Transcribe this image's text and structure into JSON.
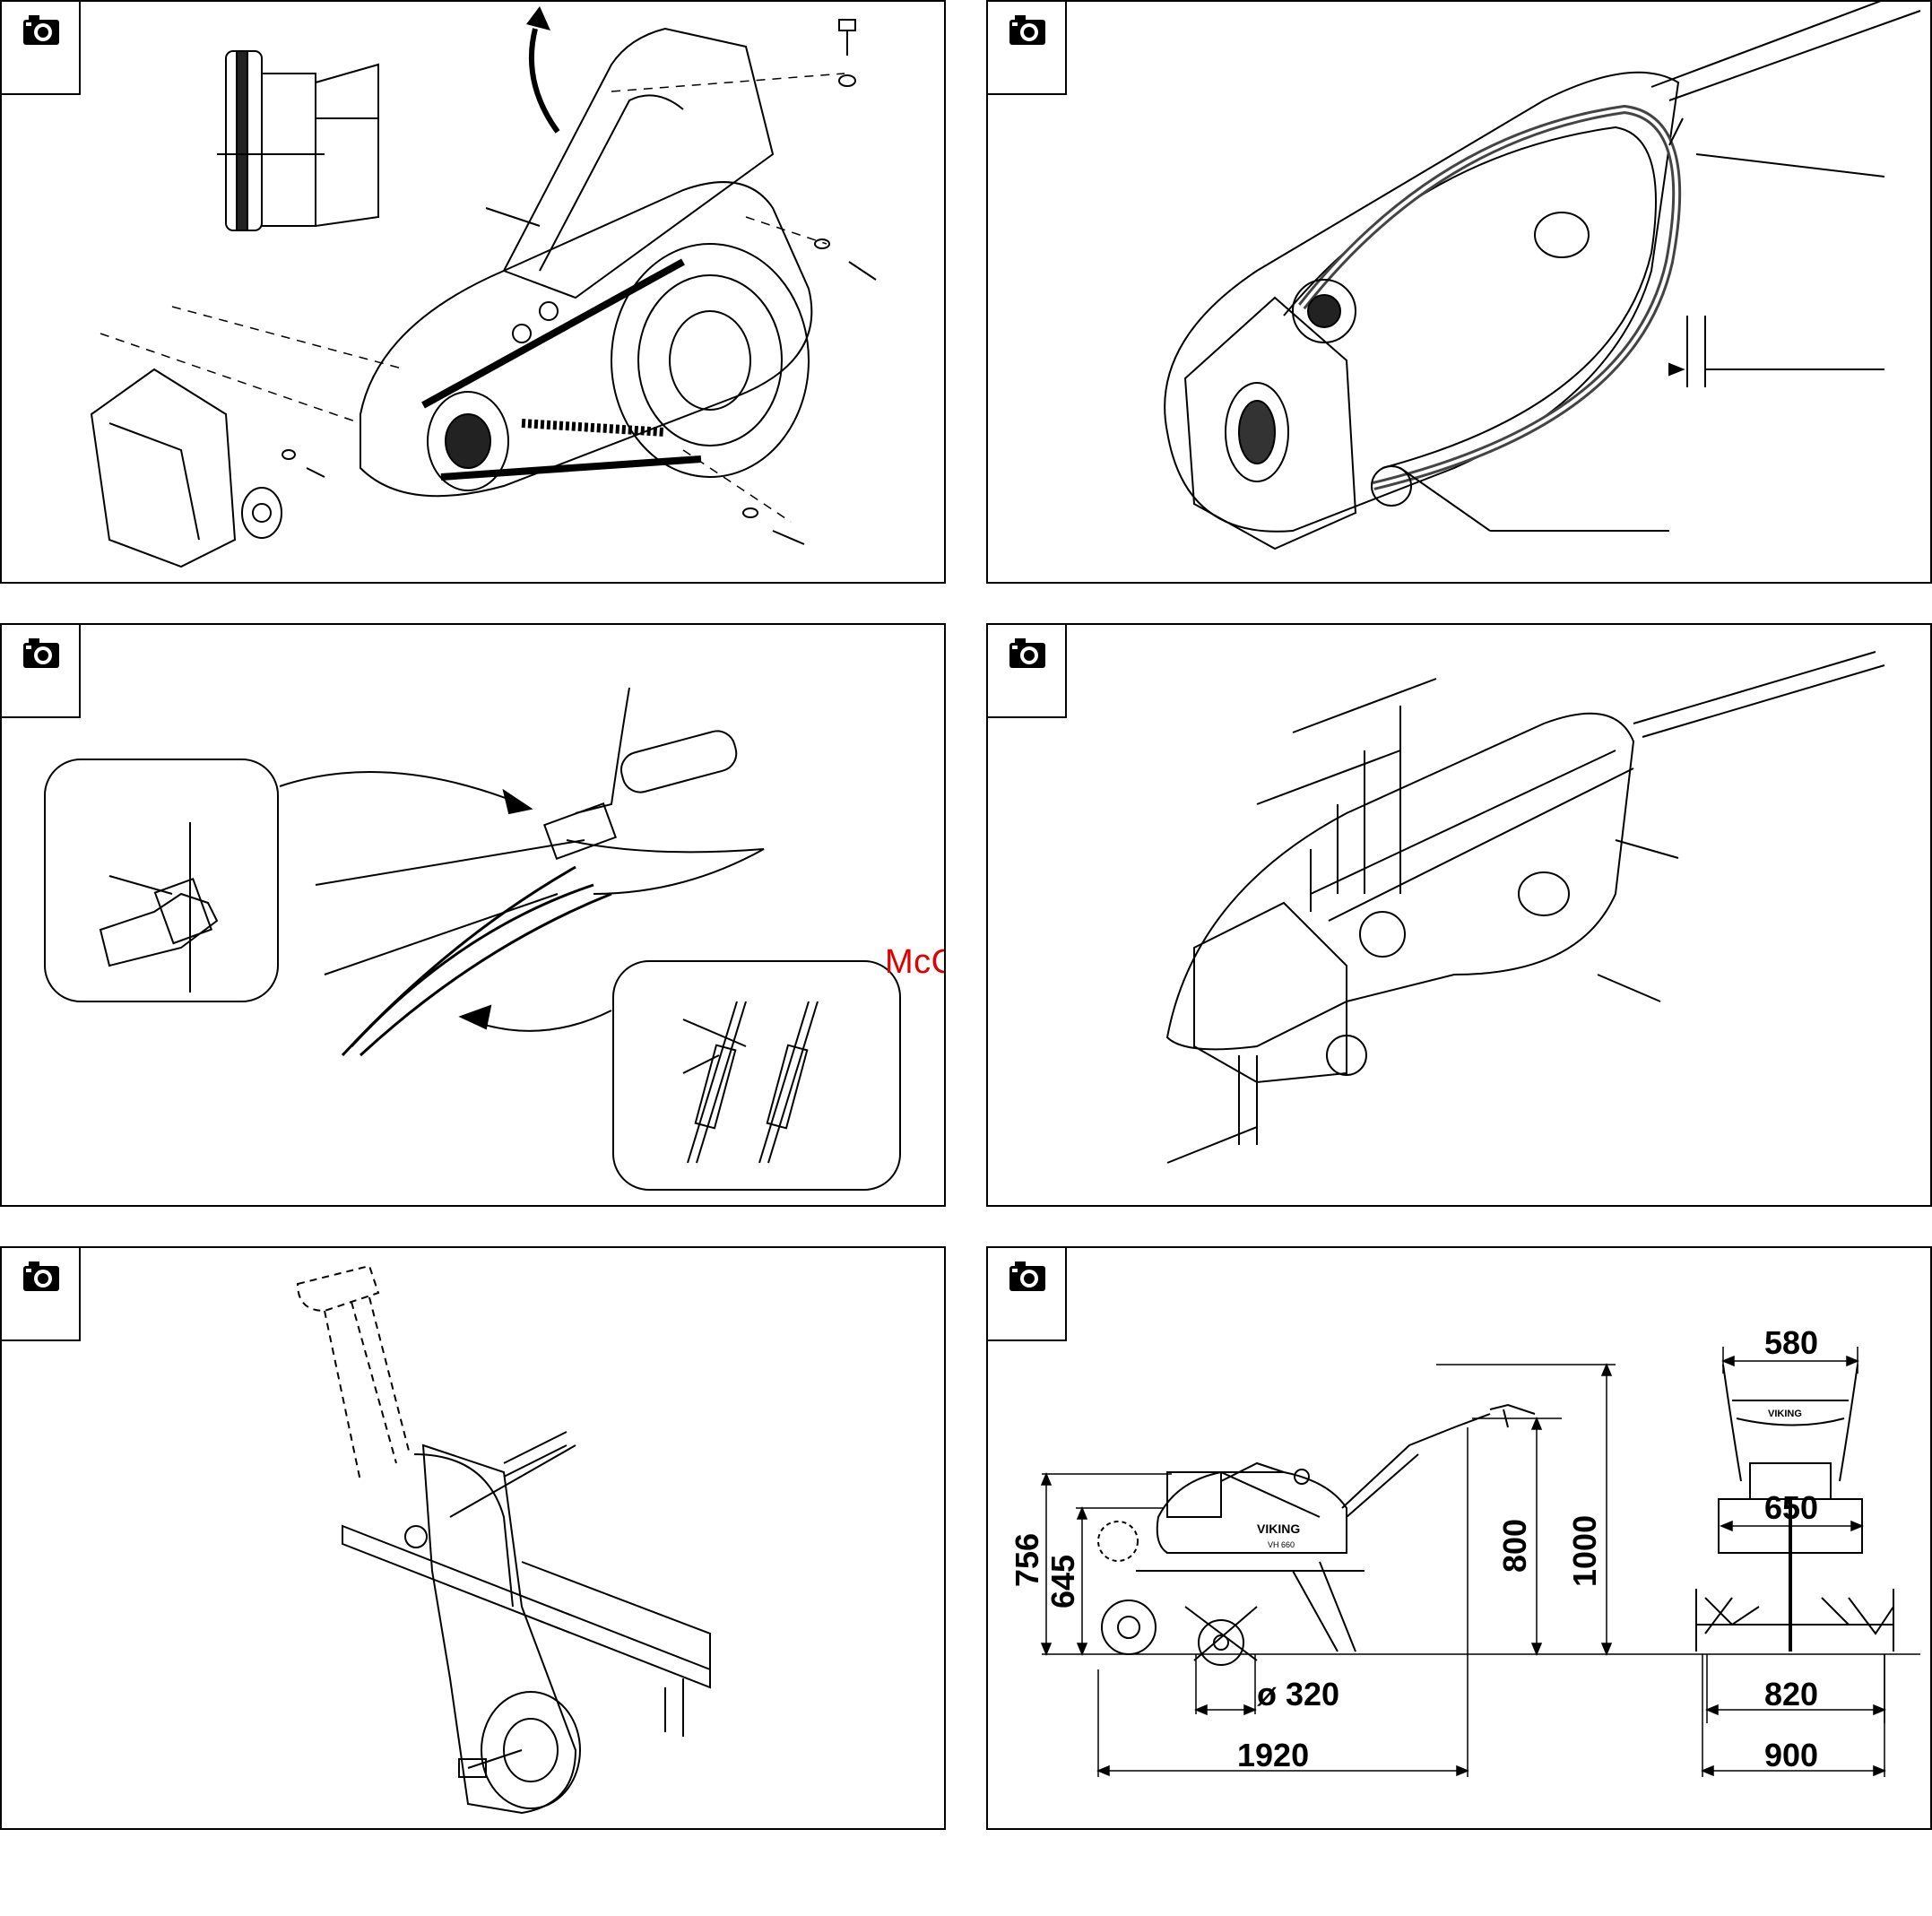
{
  "icons": {
    "panel_tab": "camera-icon"
  },
  "watermark": "McGrp.Ru",
  "dimensions": {
    "d756": "756",
    "d645": "645",
    "d800": "800",
    "d1000": "1000",
    "d320": "ø 320",
    "d1920": "1920",
    "d580": "580",
    "d650": "650",
    "d820": "820",
    "d900": "900"
  },
  "branding": {
    "logo": "VIKING",
    "model": "VH 660"
  }
}
